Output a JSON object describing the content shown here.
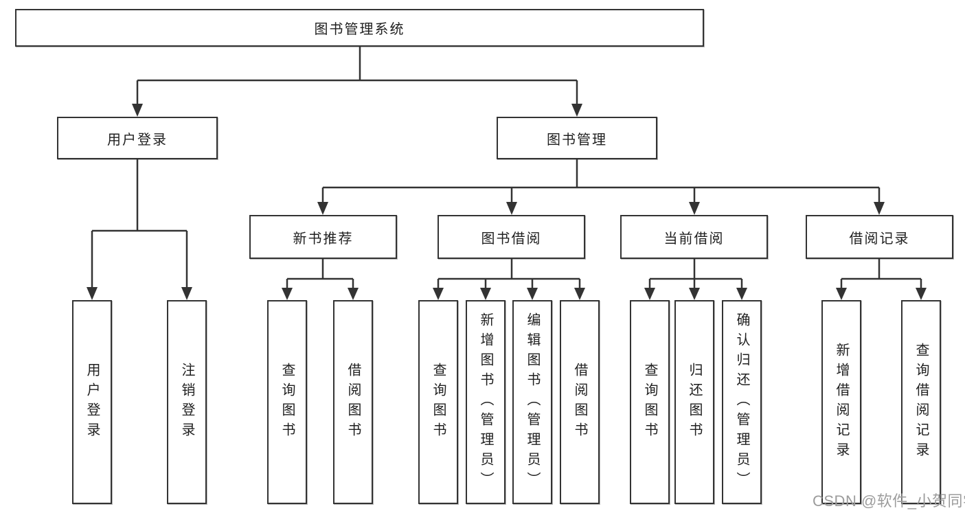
{
  "diagram_type": "hierarchy-tree",
  "tree": {
    "root": {
      "label": "图书管理系统"
    },
    "children": [
      {
        "label": "用户登录",
        "children": [
          {
            "label": "用户登录"
          },
          {
            "label": "注销登录"
          }
        ]
      },
      {
        "label": "图书管理",
        "children": [
          {
            "label": "新书推荐",
            "children": [
              {
                "label": "查询图书"
              },
              {
                "label": "借阅图书"
              }
            ]
          },
          {
            "label": "图书借阅",
            "children": [
              {
                "label": "查询图书"
              },
              {
                "label": "新增图书（管理员）"
              },
              {
                "label": "编辑图书（管理员）"
              },
              {
                "label": "借阅图书"
              }
            ]
          },
          {
            "label": "当前借阅",
            "children": [
              {
                "label": "查询图书"
              },
              {
                "label": "归还图书"
              },
              {
                "label": "确认归还（管理员）"
              }
            ]
          },
          {
            "label": "借阅记录",
            "children": [
              {
                "label": "新增借阅记录"
              },
              {
                "label": "查询借阅记录"
              }
            ]
          }
        ]
      }
    ]
  },
  "watermark": {
    "text": "CSDN @软件_小贺同学"
  },
  "colors": {
    "line": "#333333",
    "box_border": "#333333",
    "box_fill": "#ffffff",
    "text": "#1f1f1f",
    "watermark": "#9c9c9c",
    "background": "#ffffff"
  }
}
